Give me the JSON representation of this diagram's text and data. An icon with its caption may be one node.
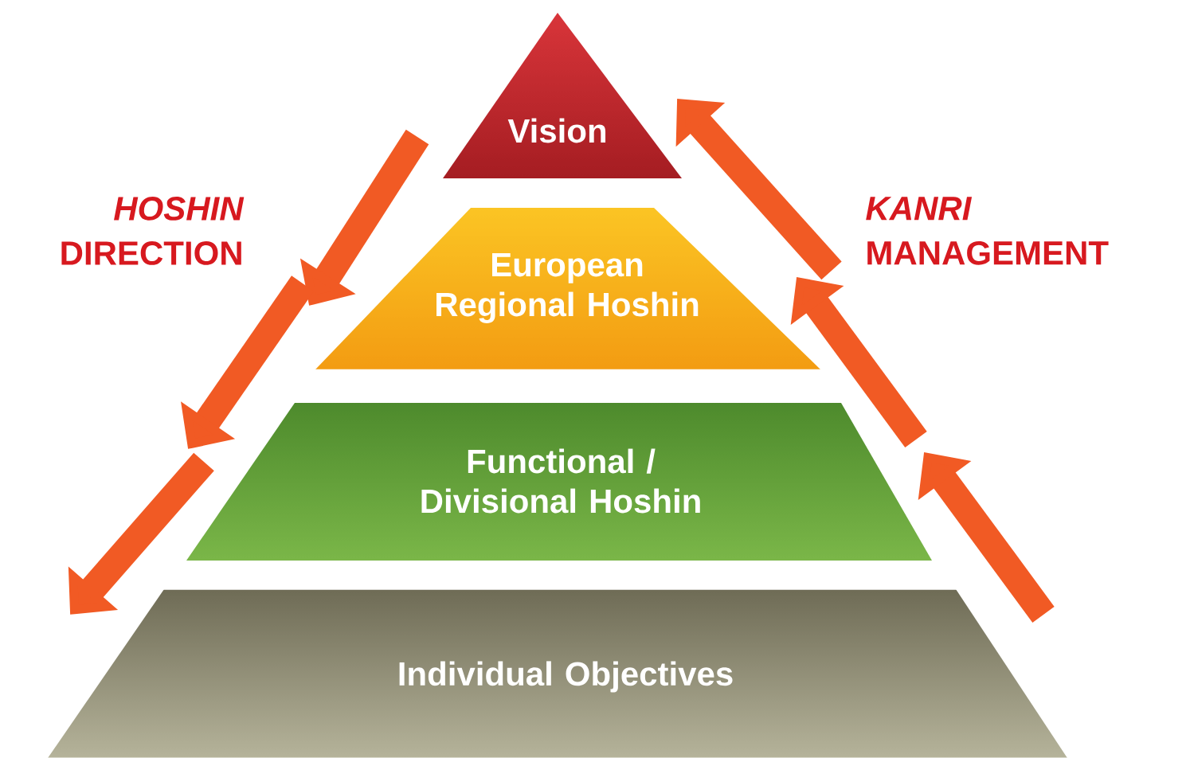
{
  "diagram": {
    "nodes": [
      {
        "text": [
          "Vision"
        ]
      },
      {
        "text": [
          "European Regional Hoshin"
        ]
      },
      {
        "text": [
          "Functional / Divisional Hoshin"
        ]
      },
      {
        "text": [
          "Individual Objectives"
        ]
      }
    ],
    "labels": [
      "*HOSHIN* DIRECTION",
      "*KANRI* MANAGEMENT"
    ]
  }
}
